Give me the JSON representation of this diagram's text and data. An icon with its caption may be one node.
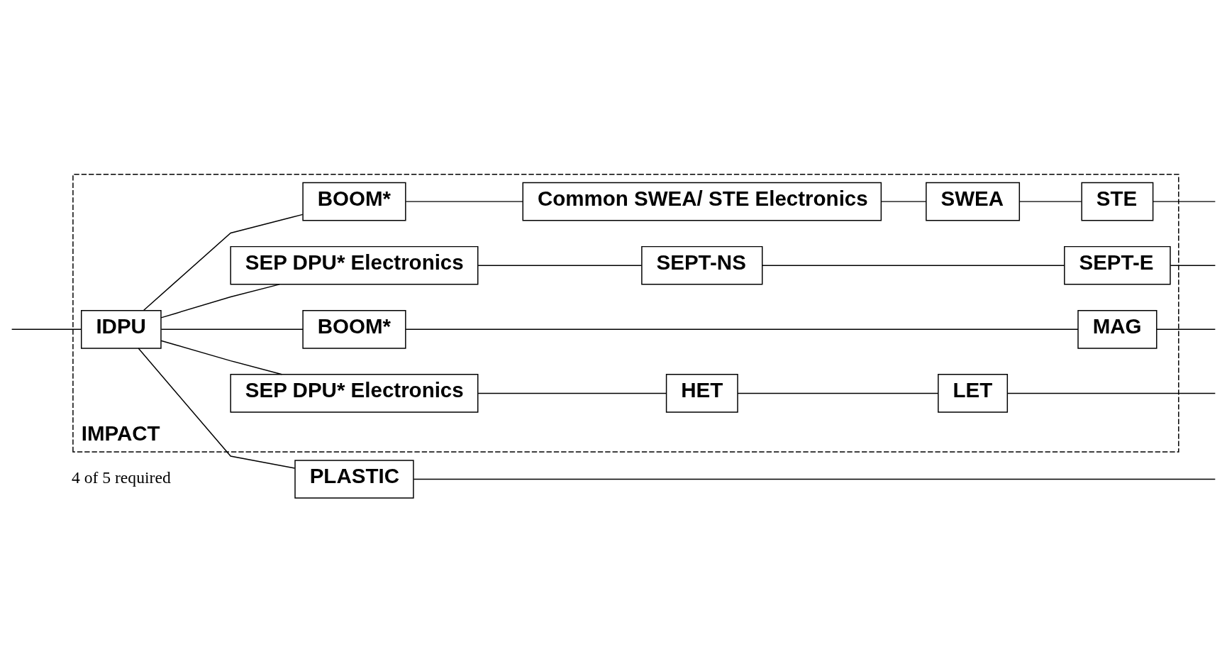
{
  "diagram": {
    "nodes": [
      {
        "text": [
          "PLASTIC"
        ]
      },
      {
        "text": [
          "IMPACT"
        ]
      },
      {
        "text": [
          "BOOM*"
        ],
        "in": 1
      },
      {
        "text": [
          "Common SWEA/ STE Electronics"
        ],
        "in": 1
      },
      {
        "text": [
          "SWEA"
        ],
        "in": 1
      },
      {
        "text": [
          "STE"
        ],
        "in": 1
      },
      {
        "text": [
          "IDPU"
        ],
        "in": 1
      },
      {
        "text": [
          "SEP DPU* Electronics"
        ],
        "in": 1
      },
      {
        "text": [
          "SEPT-NS"
        ],
        "in": 1
      },
      {
        "text": [
          "SEPT-E"
        ],
        "in": 1
      },
      {
        "text": [
          "SEP DPU* Electronics"
        ],
        "in": 1
      },
      {
        "text": [
          "HET"
        ],
        "in": 1
      },
      {
        "text": [
          "LET"
        ],
        "in": 1
      },
      {
        "text": [
          "BOOM*"
        ],
        "in": 1
      },
      {
        "text": [
          "MAG"
        ],
        "in": 1
      }
    ],
    "edges": [
      {
        "from": null,
        "to": 6,
        "arrow": "none"
      },
      {
        "from": 6,
        "to": 0,
        "arrow": "none"
      },
      {
        "from": 6,
        "to": 2,
        "arrow": "none"
      },
      {
        "from": 6,
        "to": 7,
        "arrow": "none"
      },
      {
        "from": 6,
        "to": 10,
        "arrow": "none"
      },
      {
        "from": 6,
        "to": 13,
        "arrow": "none"
      },
      {
        "from": 2,
        "to": 3,
        "arrow": "none"
      },
      {
        "from": 3,
        "to": 4,
        "arrow": "none"
      },
      {
        "from": 4,
        "to": 5,
        "arrow": "none"
      },
      {
        "from": 7,
        "to": 8,
        "arrow": "none"
      },
      {
        "from": 8,
        "to": 9,
        "arrow": "none"
      },
      {
        "from": 10,
        "to": 11,
        "arrow": "none"
      },
      {
        "from": 11,
        "to": 12,
        "arrow": "none"
      },
      {
        "from": 13,
        "to": 14,
        "arrow": "none"
      },
      {
        "from": 0,
        "to": null,
        "arrow": "none"
      },
      {
        "from": 5,
        "to": null,
        "arrow": "none"
      },
      {
        "from": 9,
        "to": null,
        "arrow": "none"
      },
      {
        "from": 12,
        "to": null,
        "arrow": "none"
      },
      {
        "from": 14,
        "to": null,
        "arrow": "none"
      }
    ],
    "labels": [
      "4 of 5 required"
    ]
  }
}
